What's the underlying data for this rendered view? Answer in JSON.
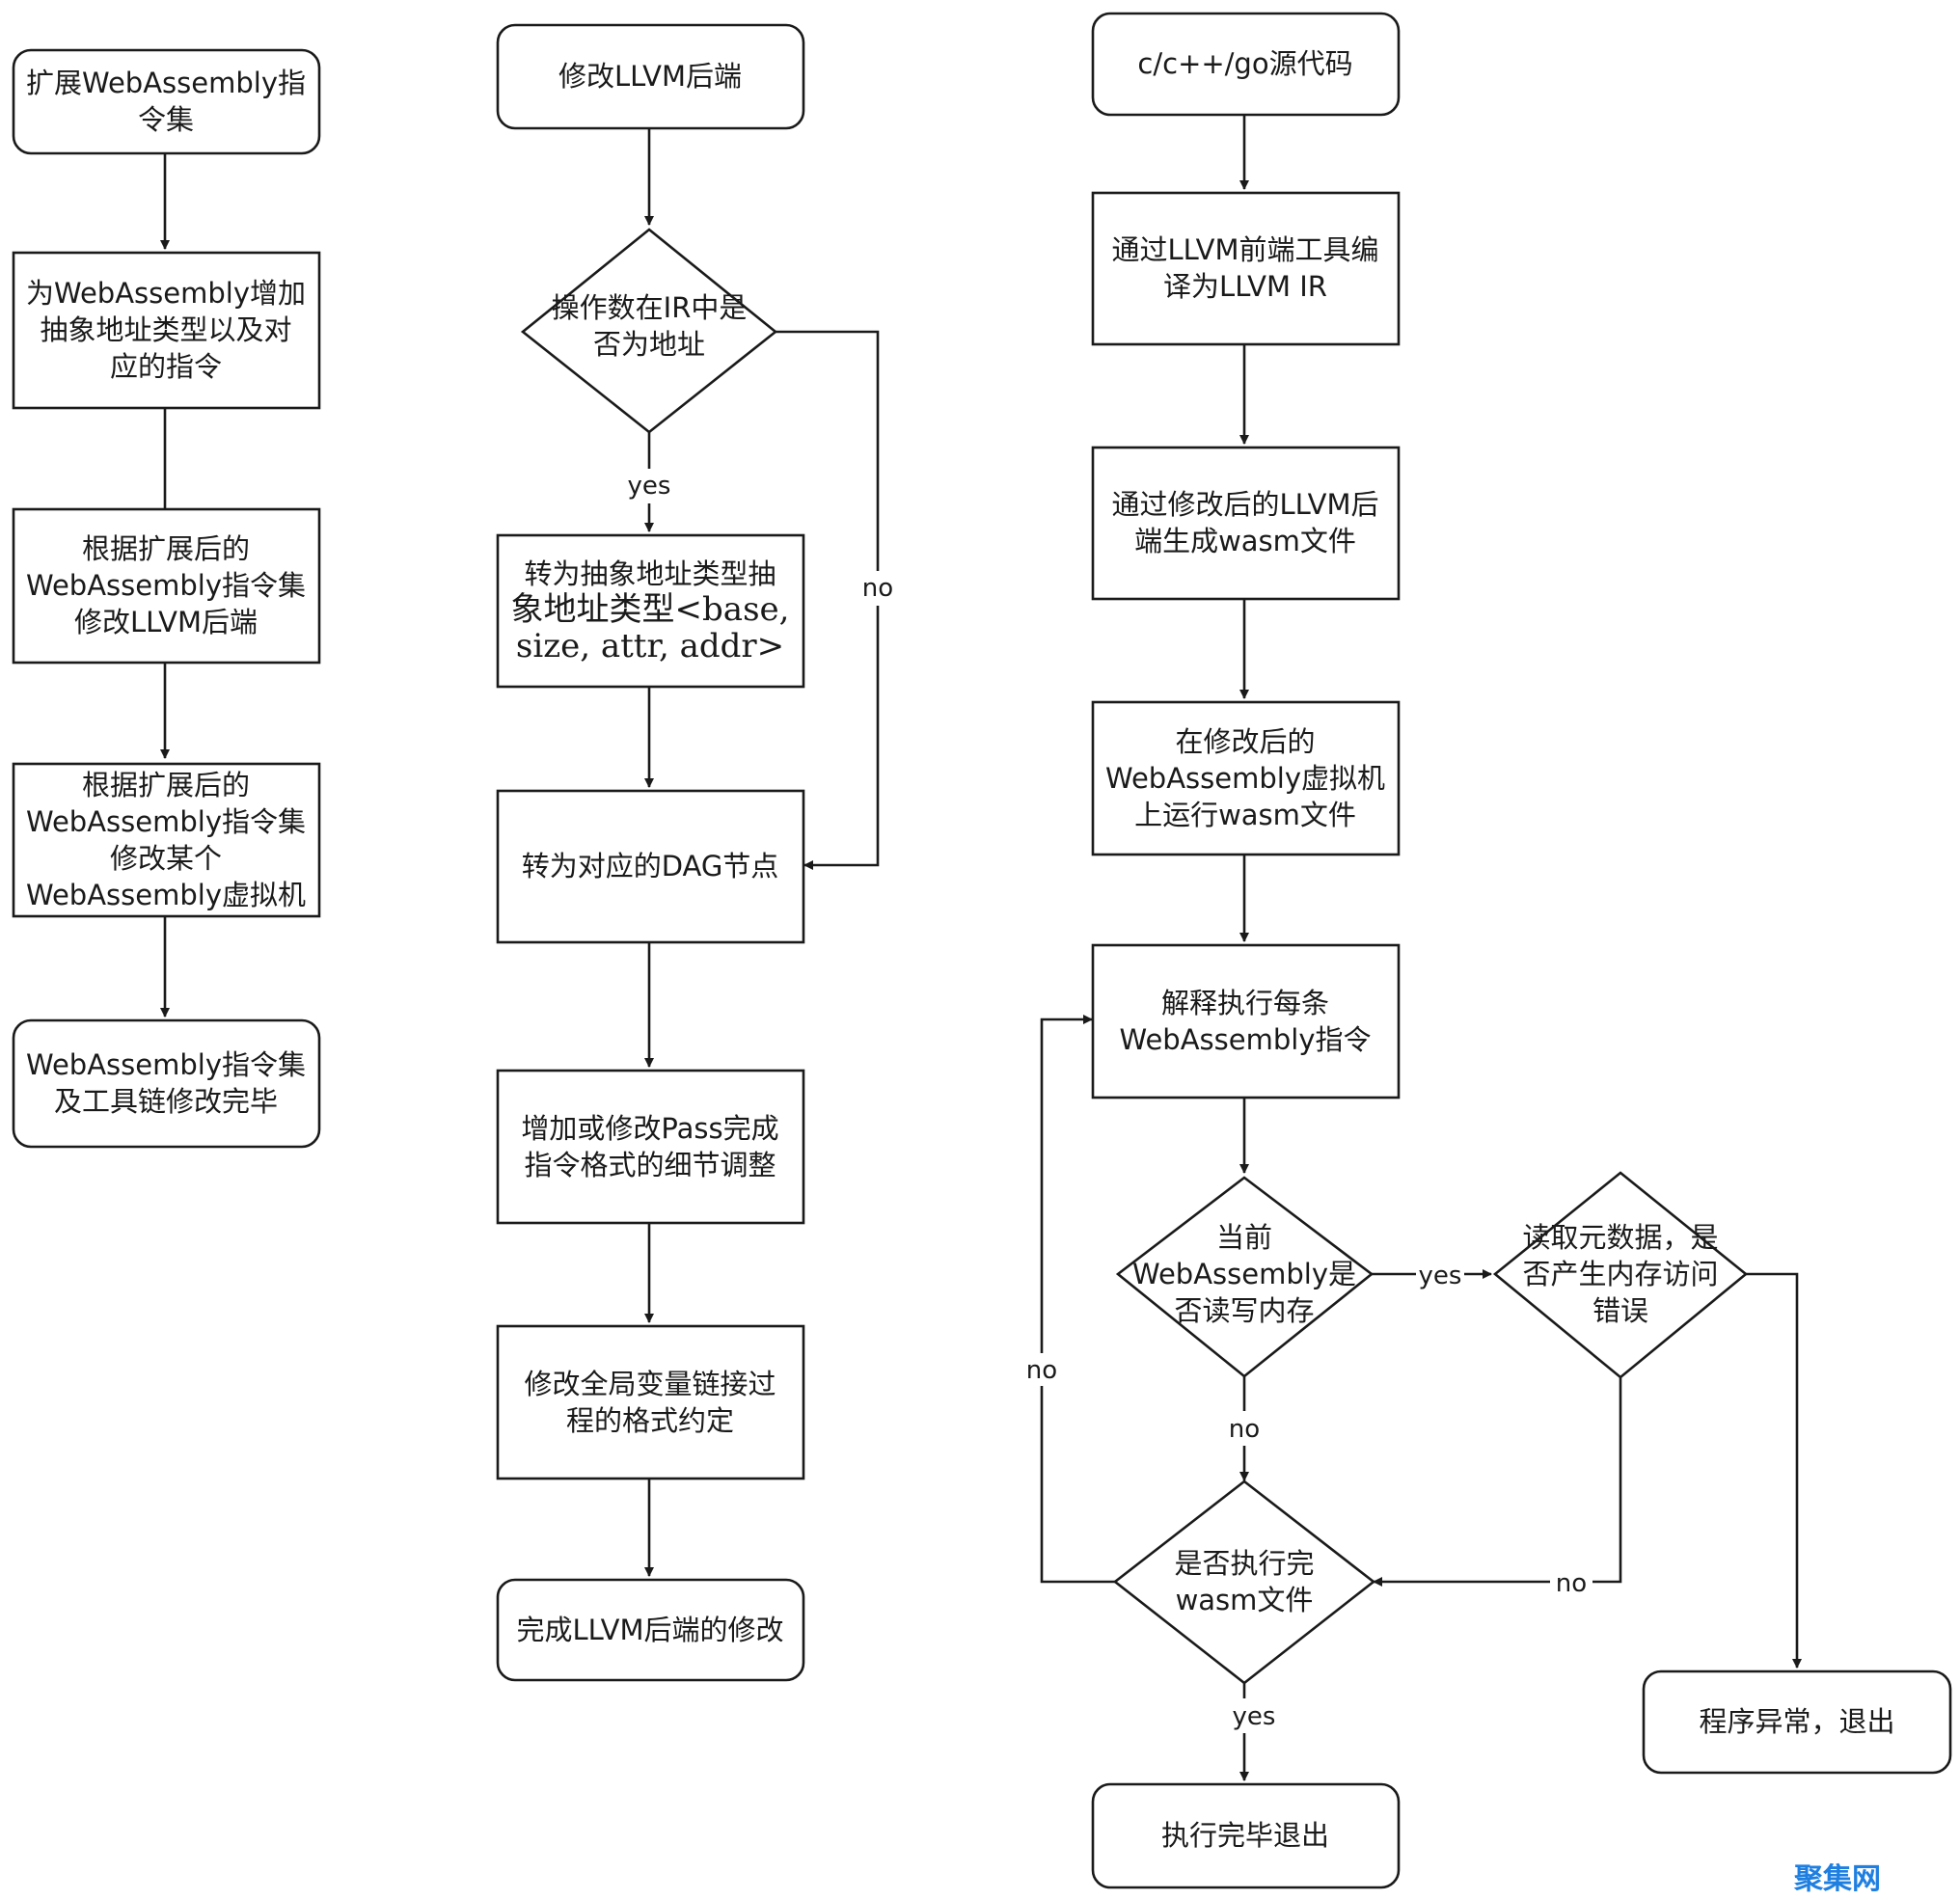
{
  "nodes": {
    "a1": {
      "lines": [
        "扩展WebAssembly指",
        "令集"
      ]
    },
    "a2": {
      "lines": [
        "为WebAssembly增加",
        "抽象地址类型以及对",
        "应的指令"
      ]
    },
    "a3": {
      "lines": [
        "根据扩展后的",
        "WebAssembly指令集",
        "修改LLVM后端"
      ]
    },
    "a4": {
      "lines": [
        "根据扩展后的",
        "WebAssembly指令集",
        "修改某个",
        "WebAssembly虚拟机"
      ]
    },
    "a5": {
      "lines": [
        "WebAssembly指令集",
        "及工具链修改完毕"
      ]
    },
    "b1": {
      "lines": [
        "修改LLVM后端"
      ]
    },
    "b2": {
      "lines": [
        "操作数在IR中是",
        "否为地址"
      ]
    },
    "b3": {
      "lines": [
        "转为抽象地址类型抽",
        "象地址类型<base,",
        "size, attr, addr>"
      ]
    },
    "b4": {
      "lines": [
        "转为对应的DAG节点"
      ]
    },
    "b5": {
      "lines": [
        "增加或修改Pass完成",
        "指令格式的细节调整"
      ]
    },
    "b6": {
      "lines": [
        "修改全局变量链接过",
        "程的格式约定"
      ]
    },
    "b7": {
      "lines": [
        "完成LLVM后端的修改"
      ]
    },
    "c1": {
      "lines": [
        "c/c++/go源代码"
      ]
    },
    "c2": {
      "lines": [
        "通过LLVM前端工具编",
        "译为LLVM IR"
      ]
    },
    "c3": {
      "lines": [
        "通过修改后的LLVM后",
        "端生成wasm文件"
      ]
    },
    "c4": {
      "lines": [
        "在修改后的",
        "WebAssembly虚拟机",
        "上运行wasm文件"
      ]
    },
    "c5": {
      "lines": [
        "解释执行每条",
        "WebAssembly指令"
      ]
    },
    "c6": {
      "lines": [
        "当前",
        "WebAssembly是",
        "否读写内存"
      ]
    },
    "c7": {
      "lines": [
        "读取元数据，是",
        "否产生内存访问",
        "错误"
      ]
    },
    "c8": {
      "lines": [
        "是否执行完",
        "wasm文件"
      ]
    },
    "c9": {
      "lines": [
        "执行完毕退出"
      ]
    },
    "c10": {
      "lines": [
        "程序异常，退出"
      ]
    }
  },
  "edge_labels": {
    "b2_b3": "yes",
    "b2_b4": "no",
    "c6_c7": "yes",
    "c6_c8": "no",
    "c7_c8": "no",
    "c8_c5": "no",
    "c8_c9": "yes"
  },
  "watermark": "聚集网",
  "colors": {
    "stroke": "#1a1a1a",
    "watermark": "#1f7fe0"
  }
}
